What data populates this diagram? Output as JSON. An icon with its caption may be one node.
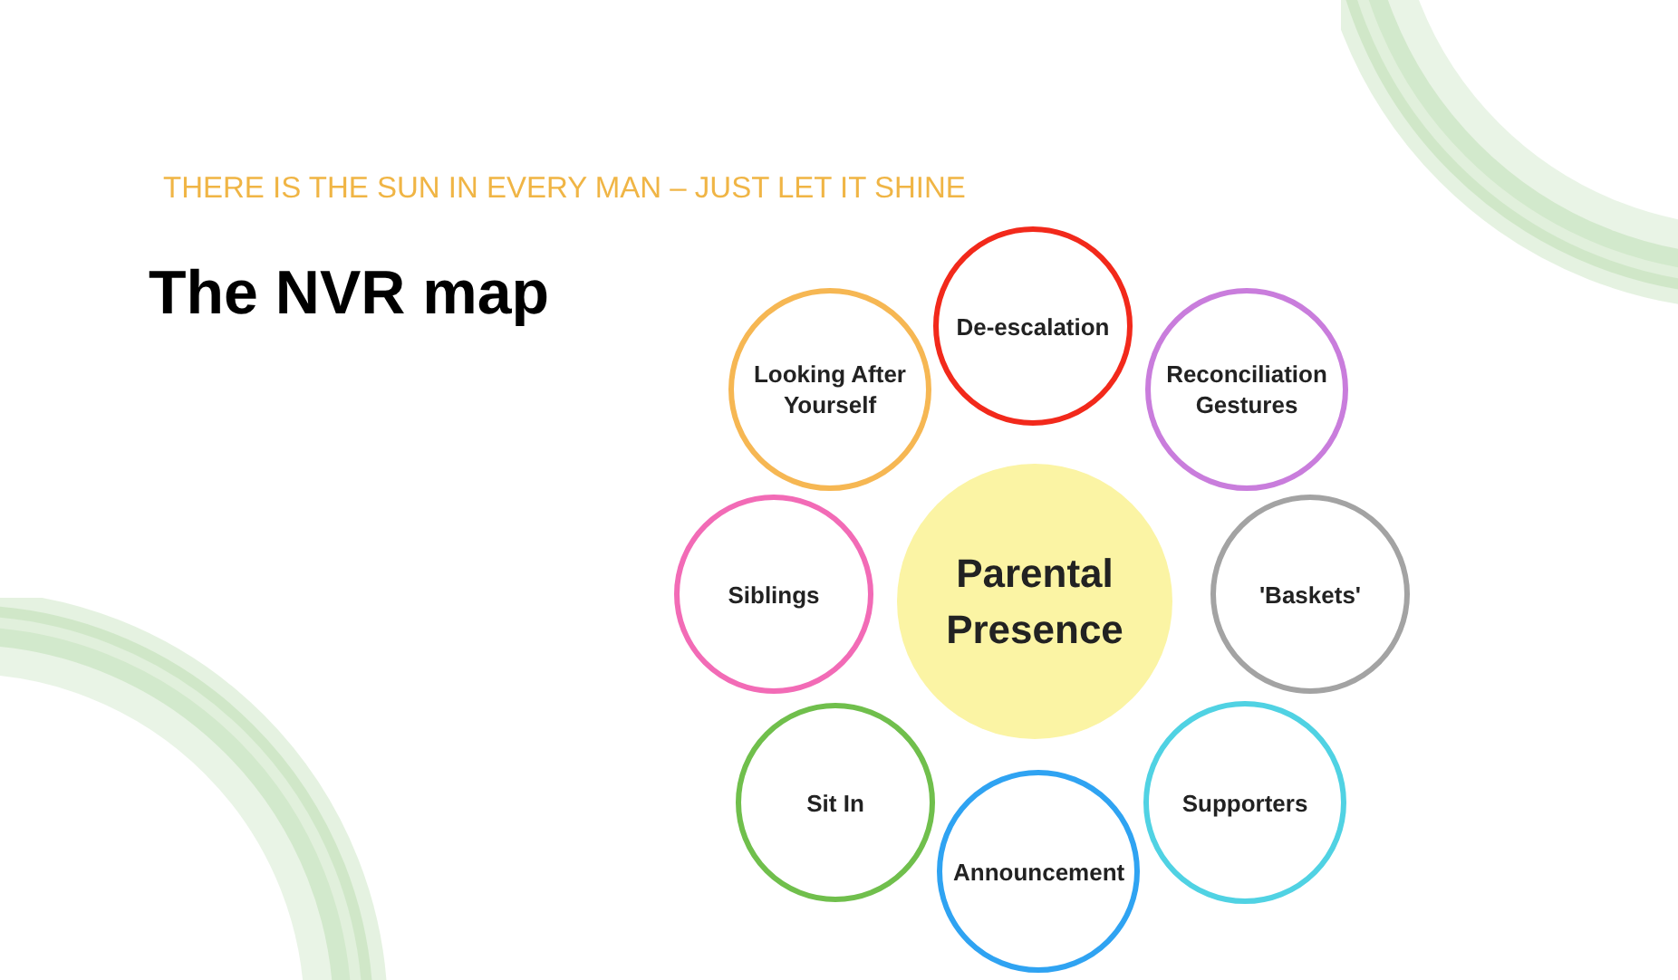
{
  "diagram": {
    "title": "The NVR map",
    "nodes": [
      {
        "text": [
          "De-escalation"
        ]
      },
      {
        "text": [
          "Looking After Yourself"
        ]
      },
      {
        "text": [
          "Reconciliation Gestures"
        ]
      },
      {
        "text": [
          "Siblings"
        ]
      },
      {
        "text": [
          "Parental Presence"
        ]
      },
      {
        "text": [
          "'Baskets'"
        ]
      },
      {
        "text": [
          "Sit In"
        ]
      },
      {
        "text": [
          "Supporters"
        ]
      },
      {
        "text": [
          "Announcement"
        ]
      }
    ],
    "labels": [
      "THERE IS THE SUN IN EVERY MAN – JUST LET IT SHINE"
    ]
  }
}
